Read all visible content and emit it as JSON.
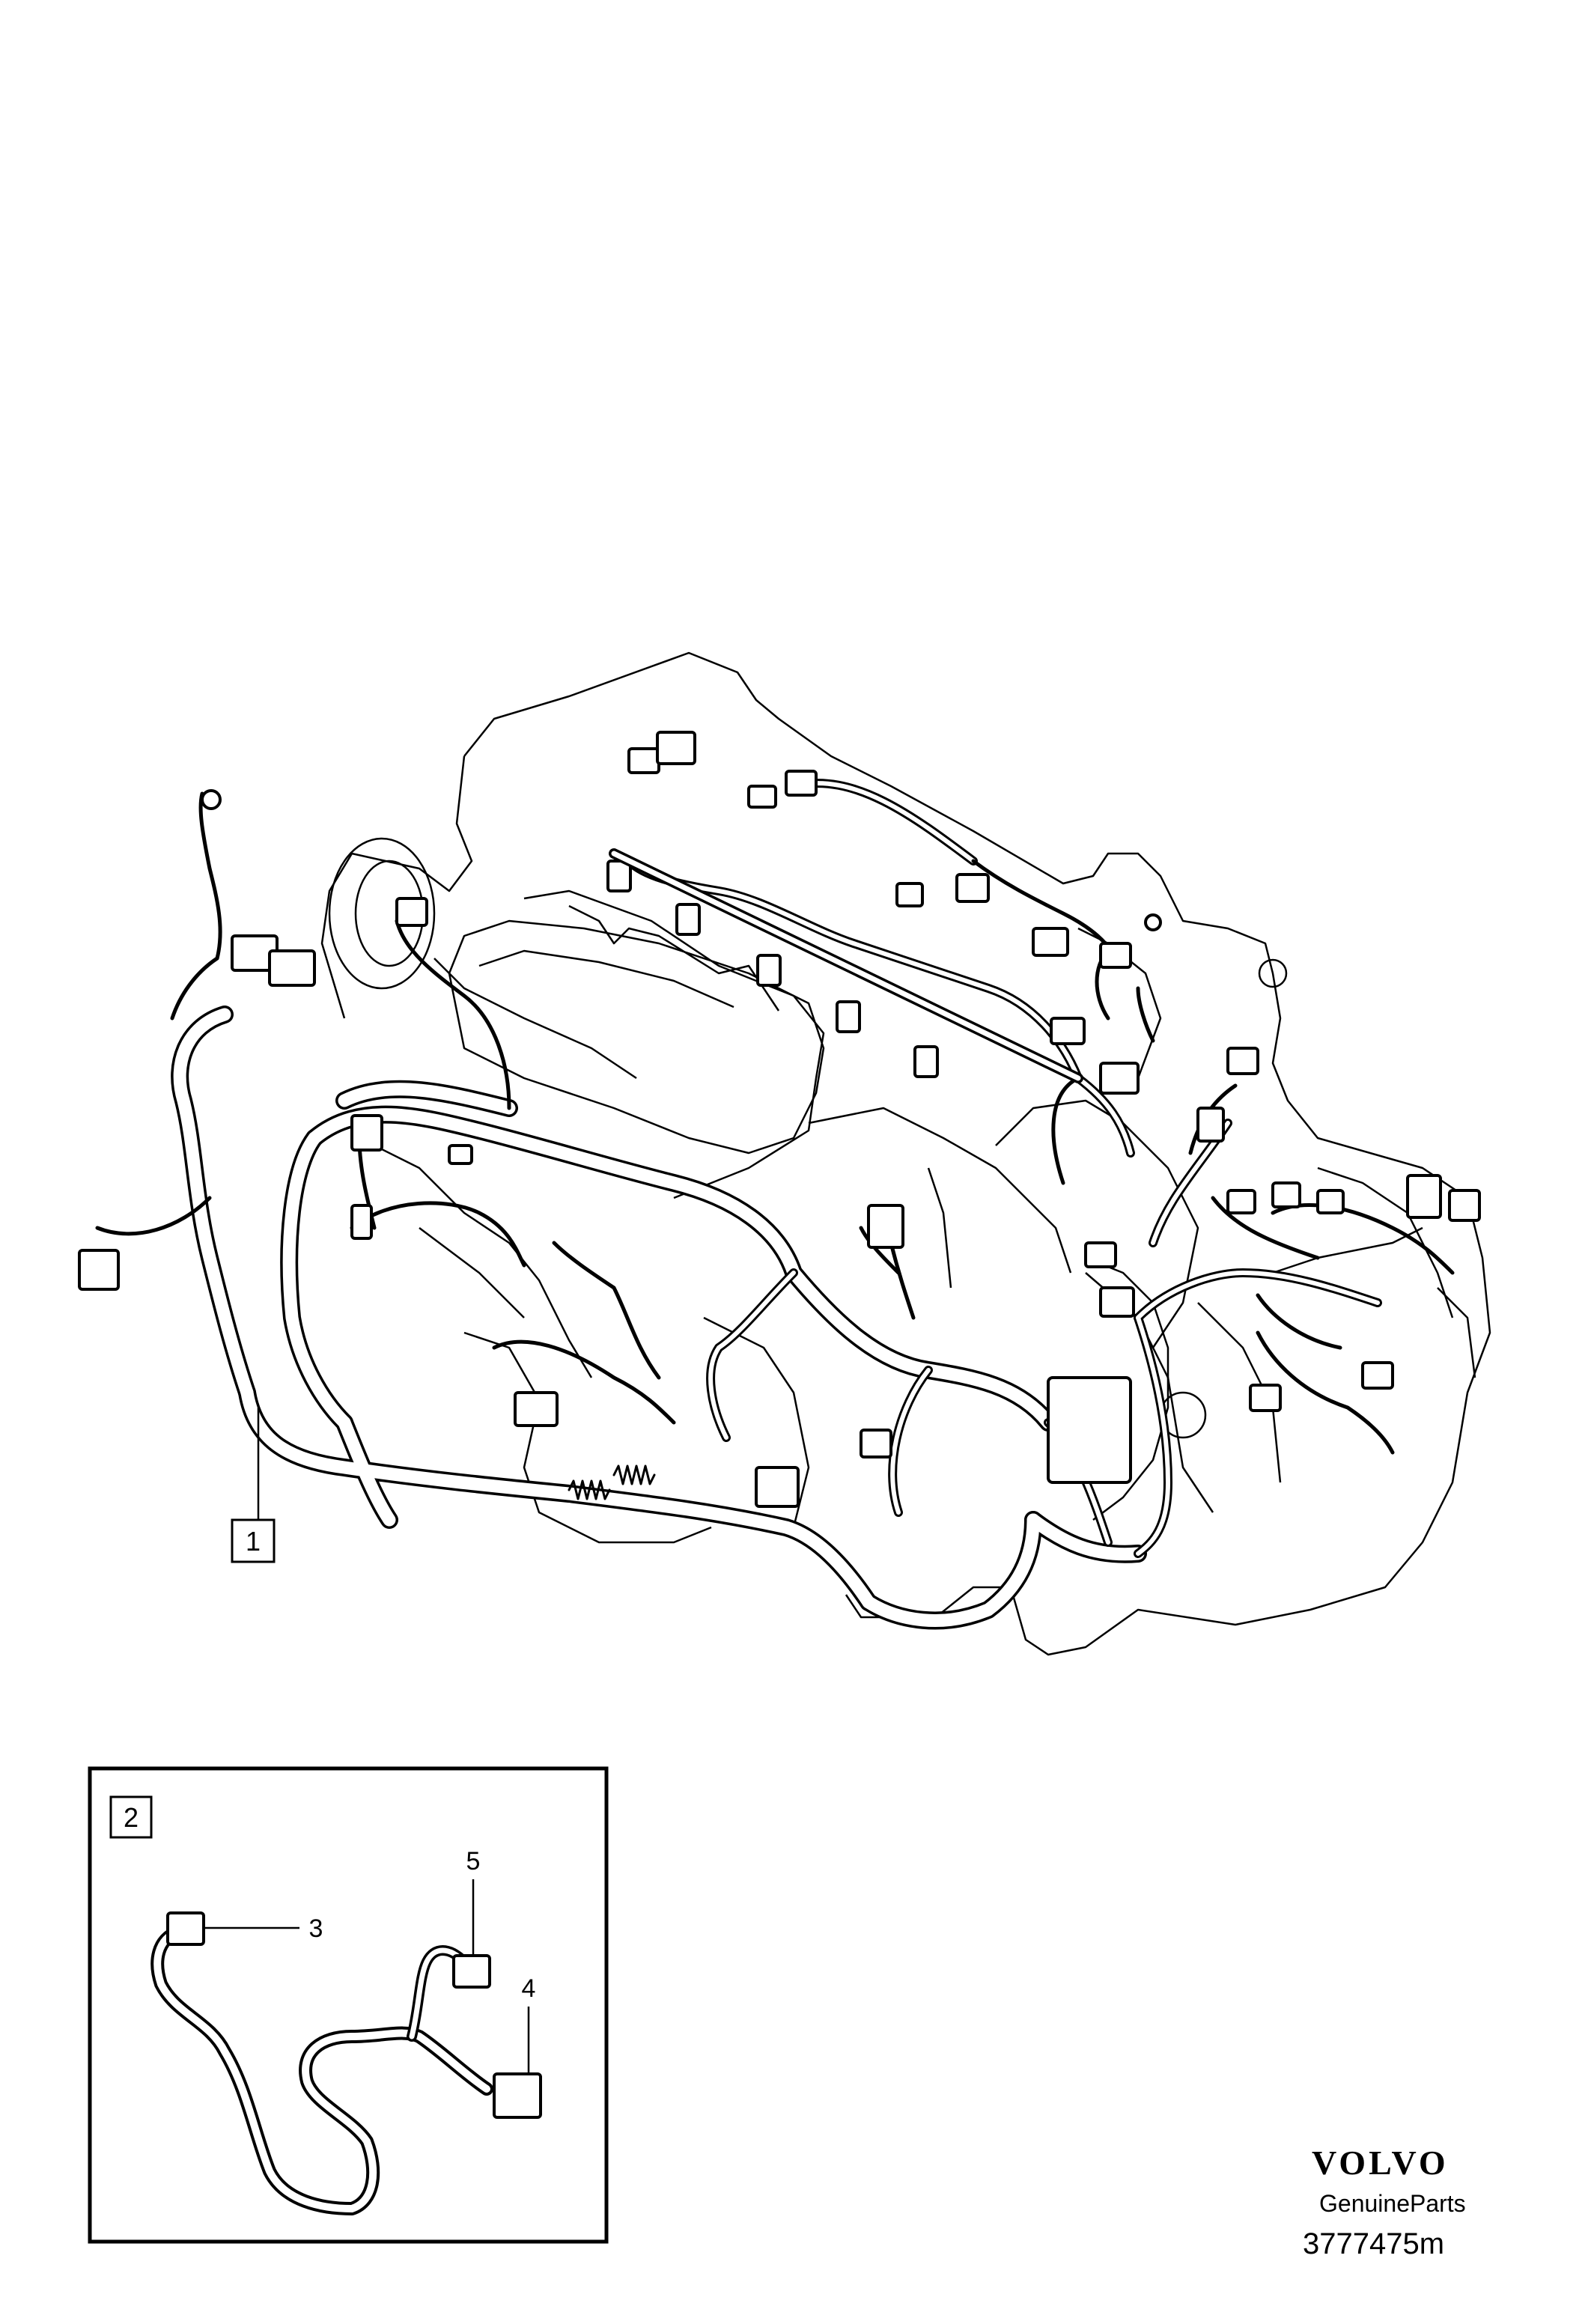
{
  "main_diagram": {
    "callout_1": "1"
  },
  "inset": {
    "callout_2": "2",
    "callout_3": "3",
    "callout_4": "4",
    "callout_5": "5"
  },
  "branding": {
    "logo_text": "VOLVO",
    "subtitle": "GenuineParts",
    "reference_number": "3777475m"
  }
}
